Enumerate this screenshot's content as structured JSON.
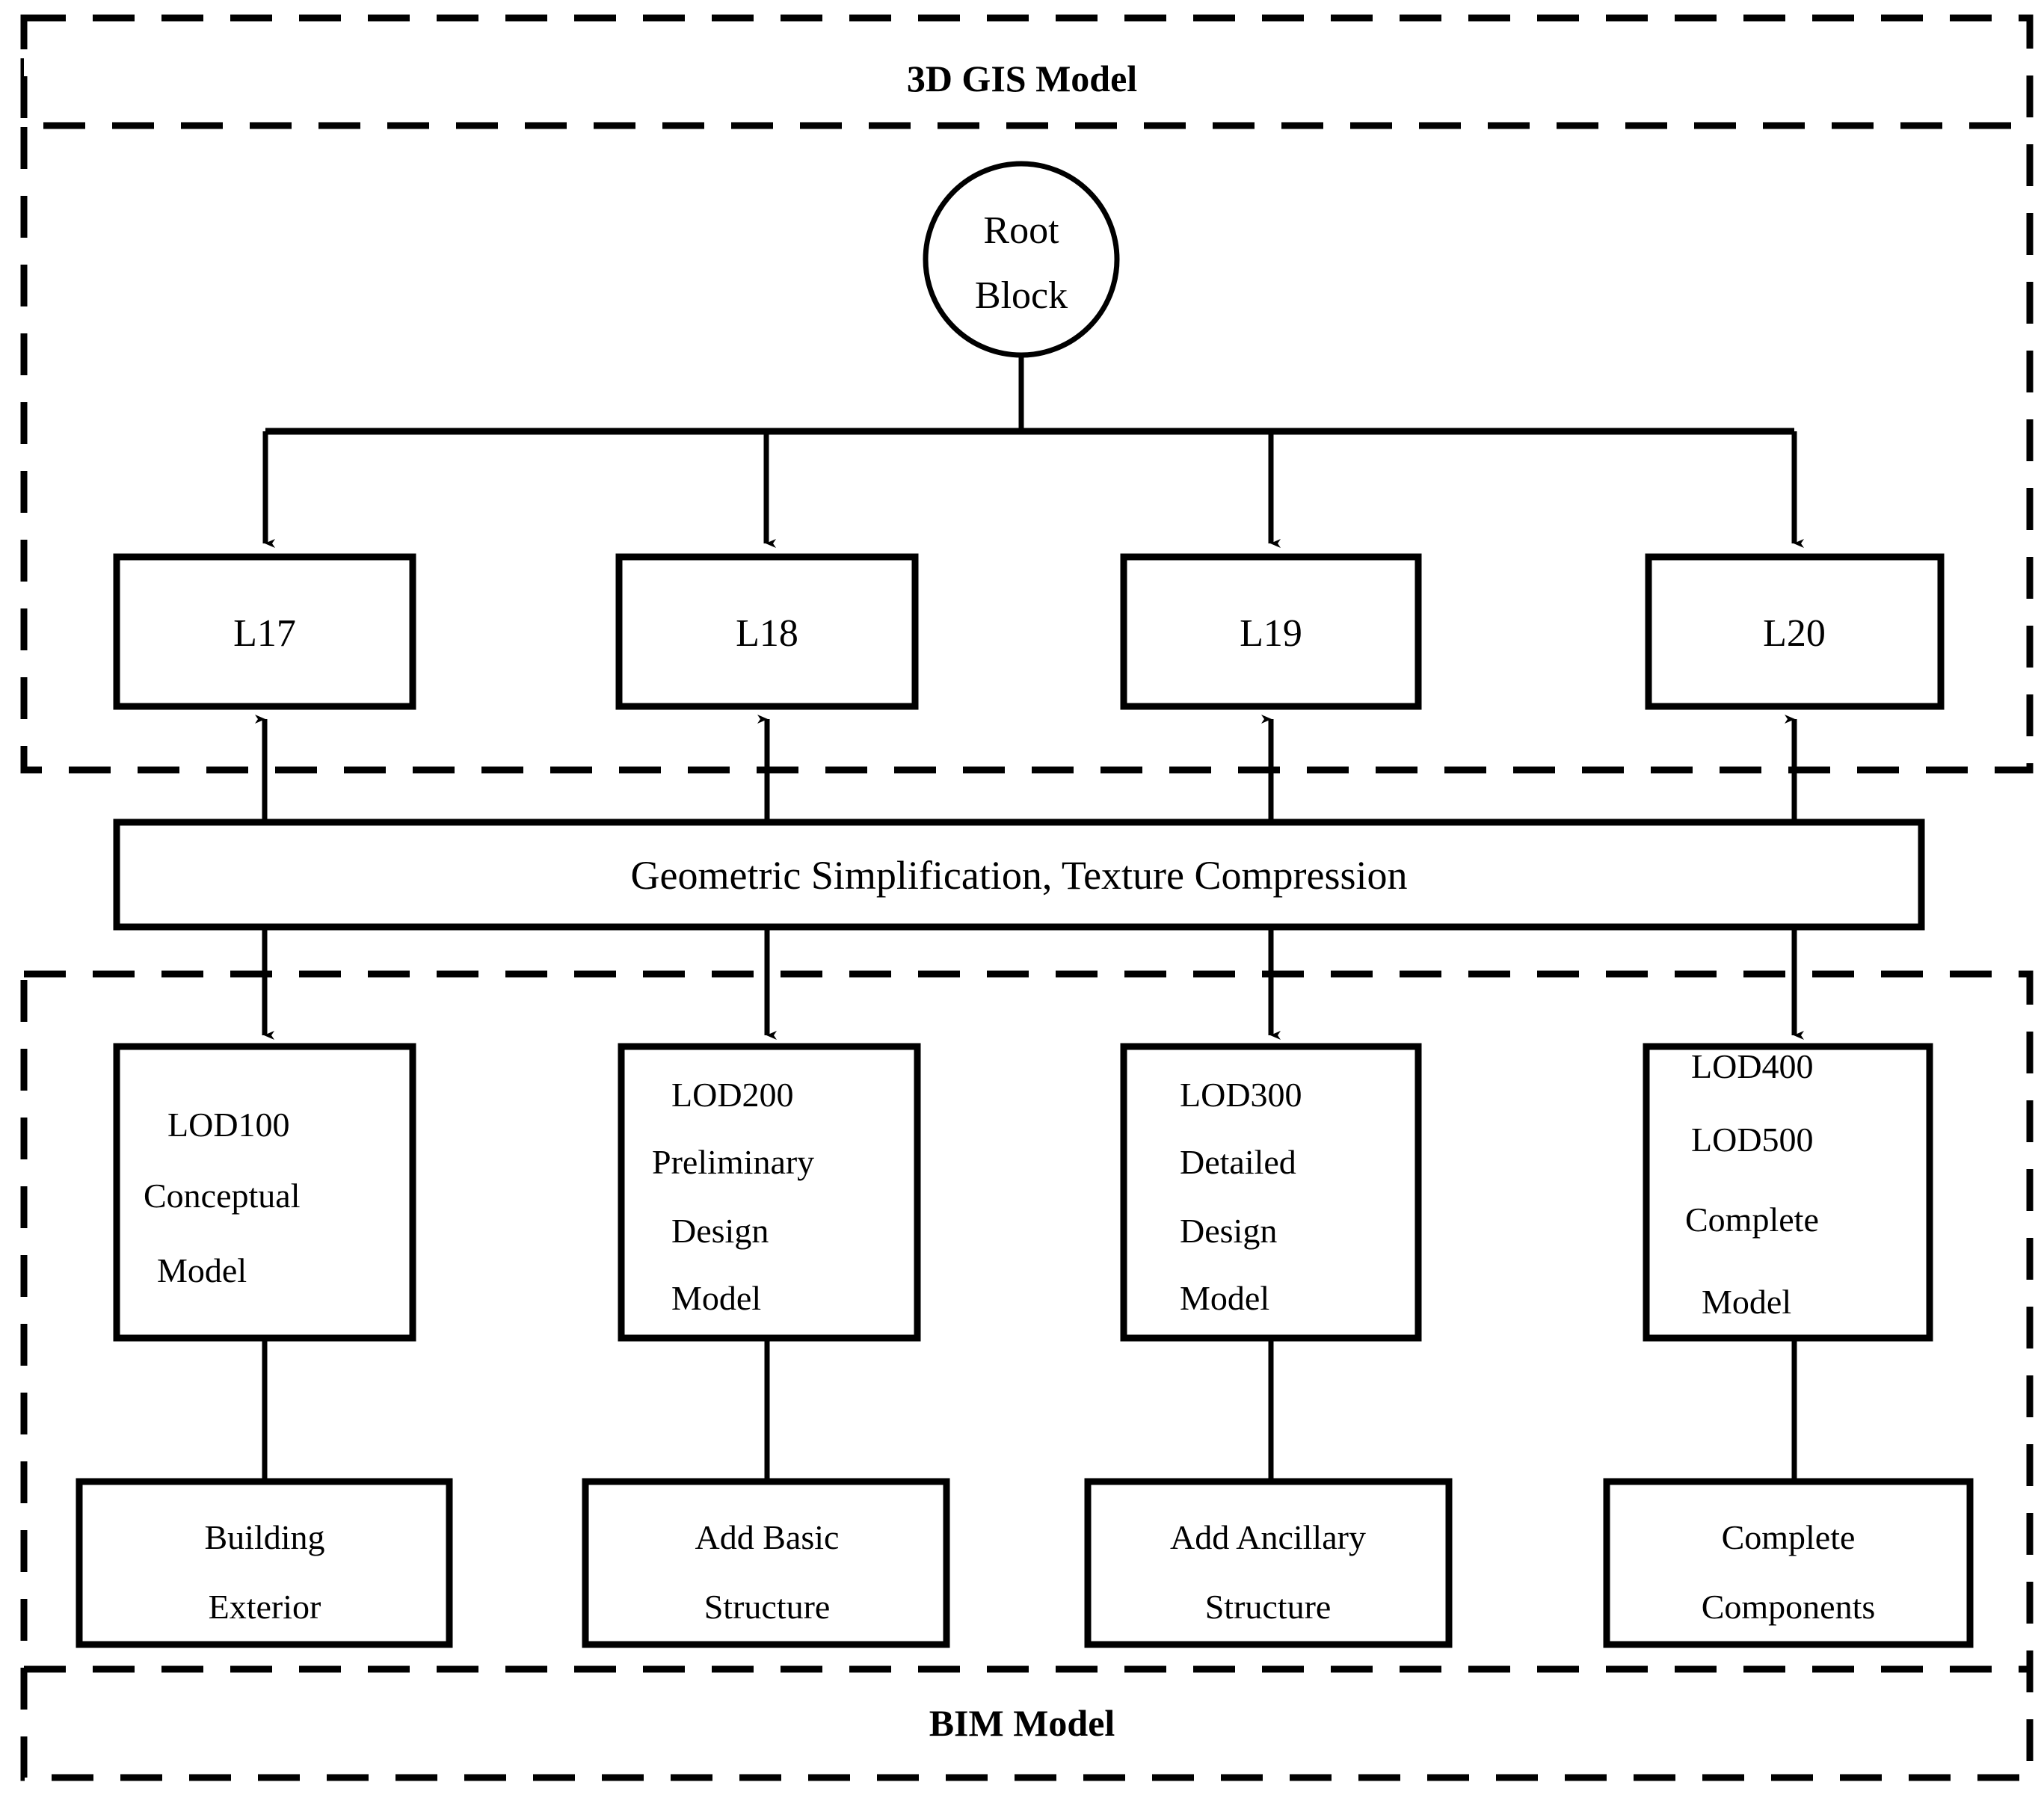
{
  "diagram": {
    "groups": {
      "top": {
        "label": "3D GIS Model"
      },
      "bottom": {
        "label": "BIM Model"
      }
    },
    "root": {
      "line1": "Root",
      "line2": "Block"
    },
    "tier_levels": [
      {
        "label": "L17"
      },
      {
        "label": "L18"
      },
      {
        "label": "L19"
      },
      {
        "label": "L20"
      }
    ],
    "process_bar": {
      "label": "Geometric Simplification, Texture Compression"
    },
    "lod_nodes": [
      {
        "lines": [
          "LOD100",
          "Conceptual",
          "Model"
        ]
      },
      {
        "lines": [
          "LOD200",
          "Preliminary",
          "Design",
          "Model"
        ]
      },
      {
        "lines": [
          "LOD300",
          "Detailed",
          "Design",
          "Model"
        ]
      },
      {
        "lines": [
          "LOD400",
          "LOD500",
          "Complete",
          "Model"
        ]
      }
    ],
    "leaf_nodes": [
      {
        "lines": [
          "Building",
          "Exterior"
        ]
      },
      {
        "lines": [
          "Add Basic",
          "Structure"
        ]
      },
      {
        "lines": [
          "Add Ancillary",
          "Structure"
        ]
      },
      {
        "lines": [
          "Complete",
          "Components"
        ]
      }
    ],
    "colors": {
      "stroke": "#000000",
      "background": "#ffffff"
    }
  }
}
